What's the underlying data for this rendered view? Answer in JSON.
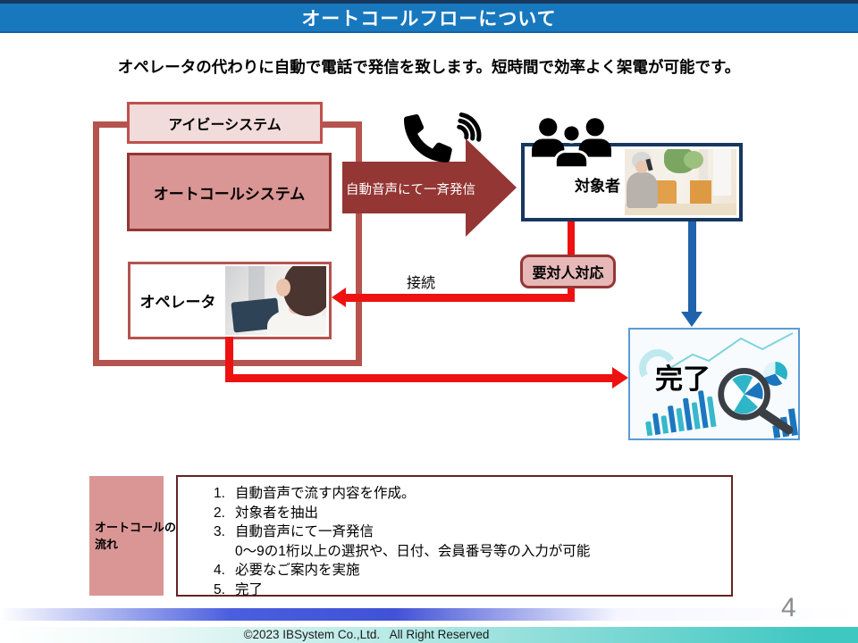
{
  "slide": {
    "title": "オートコールフローについて",
    "subtitle": "オペレータの代わりに自動で電話で発信を致します。短時間で効率よく架電が可能です。",
    "page_number": "4",
    "copyright": "©2023 IBSystem Co.,Ltd.   All Right Reserved"
  },
  "diagram": {
    "group_label": "アイビーシステム",
    "autocall_system_label": "オートコールシステム",
    "operator_label": "オペレータ",
    "target_label": "対象者",
    "broadcast_arrow_label": "自動音声にて一斉発信",
    "connect_label": "接続",
    "human_response_label": "要対人対応",
    "complete_label": "完了",
    "icons": {
      "phone": "phone-with-sound-waves-icon",
      "people": "people-group-icon",
      "magnifier": "magnifier-icon"
    }
  },
  "flow": {
    "label_line1": "オートコールの",
    "label_line2": "流れ",
    "items": [
      {
        "num": "1.",
        "text": "自動音声で流す内容を作成。"
      },
      {
        "num": "2.",
        "text": "対象者を抽出"
      },
      {
        "num": "3.",
        "text": "自動音声にて一斉発信",
        "note": "0〜9の1桁以上の選択や、日付、会員番号等の入力が可能"
      },
      {
        "num": "4.",
        "text": "必要なご案内を実施"
      },
      {
        "num": "5.",
        "text": "完了"
      }
    ]
  },
  "colors": {
    "banner_blue": "#1878be",
    "banner_dark_navy": "#17375e",
    "frame_red": "#b5534f",
    "light_pink": "#f2dcdb",
    "pink": "#d99694",
    "dark_red": "#943634",
    "bright_red": "#ee1111",
    "navy_border": "#17375e",
    "blue_arrow": "#1f62ad",
    "complete_border": "#5b9bd5",
    "list_border_maroon": "#632423",
    "footer_blue": "#4a5ede",
    "footer_teal": "#3fc7c1"
  }
}
